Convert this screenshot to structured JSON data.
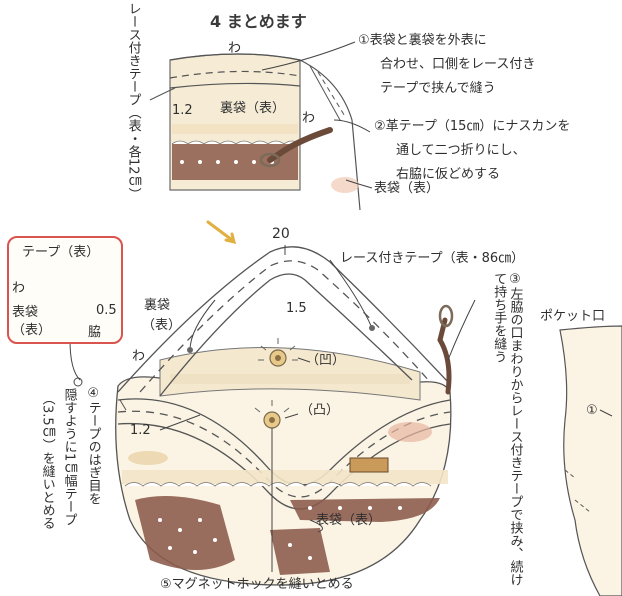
{
  "title": "4 まとめます",
  "top_illustration": {
    "side_label": "レース付きテープ（表・各12㎝）",
    "wa_label_1": "わ",
    "wa_label_2": "わ",
    "dim_12": "1.2",
    "lining_label": "裏袋（表）",
    "outer_label": "表袋（表）"
  },
  "notes": {
    "n1_line1": "①表袋と裏袋を外表に",
    "n1_line2": "合わせ、口側をレース付き",
    "n1_line3": "テープで挟んで縫う",
    "n2_line1": "②革テープ（15㎝）にナスカンを",
    "n2_line2": "通して二つ折りにし、",
    "n2_line3": "右脇に仮どめする",
    "n3": "③左脇の口まわりからレース付きテープで挟み、続けて持ち手を縫う",
    "n4_a": "④テープのはぎ目を",
    "n4_b": "隠すように1㎝幅テープ",
    "n4_c": "（3.5㎝）を縫いとめる",
    "n5": "⑤マグネットホックを縫いとめる"
  },
  "detail": {
    "tape_label": "テープ（表）",
    "wa": "わ",
    "dim": "0.5",
    "lining_label": "表袋（表）",
    "side_label": "脇"
  },
  "main_bag": {
    "dim_20": "20",
    "lace_tape_label": "レース付きテープ（表・86㎝）",
    "lining_label": "裏袋（表）",
    "dim_15": "1.5",
    "concave_label": "（凹）",
    "convex_label": "（凸）",
    "dim_12": "1.2",
    "wa": "わ",
    "outer_label": "表袋（表）"
  },
  "pocket": {
    "label": "ポケット口",
    "marker": "①"
  }
}
